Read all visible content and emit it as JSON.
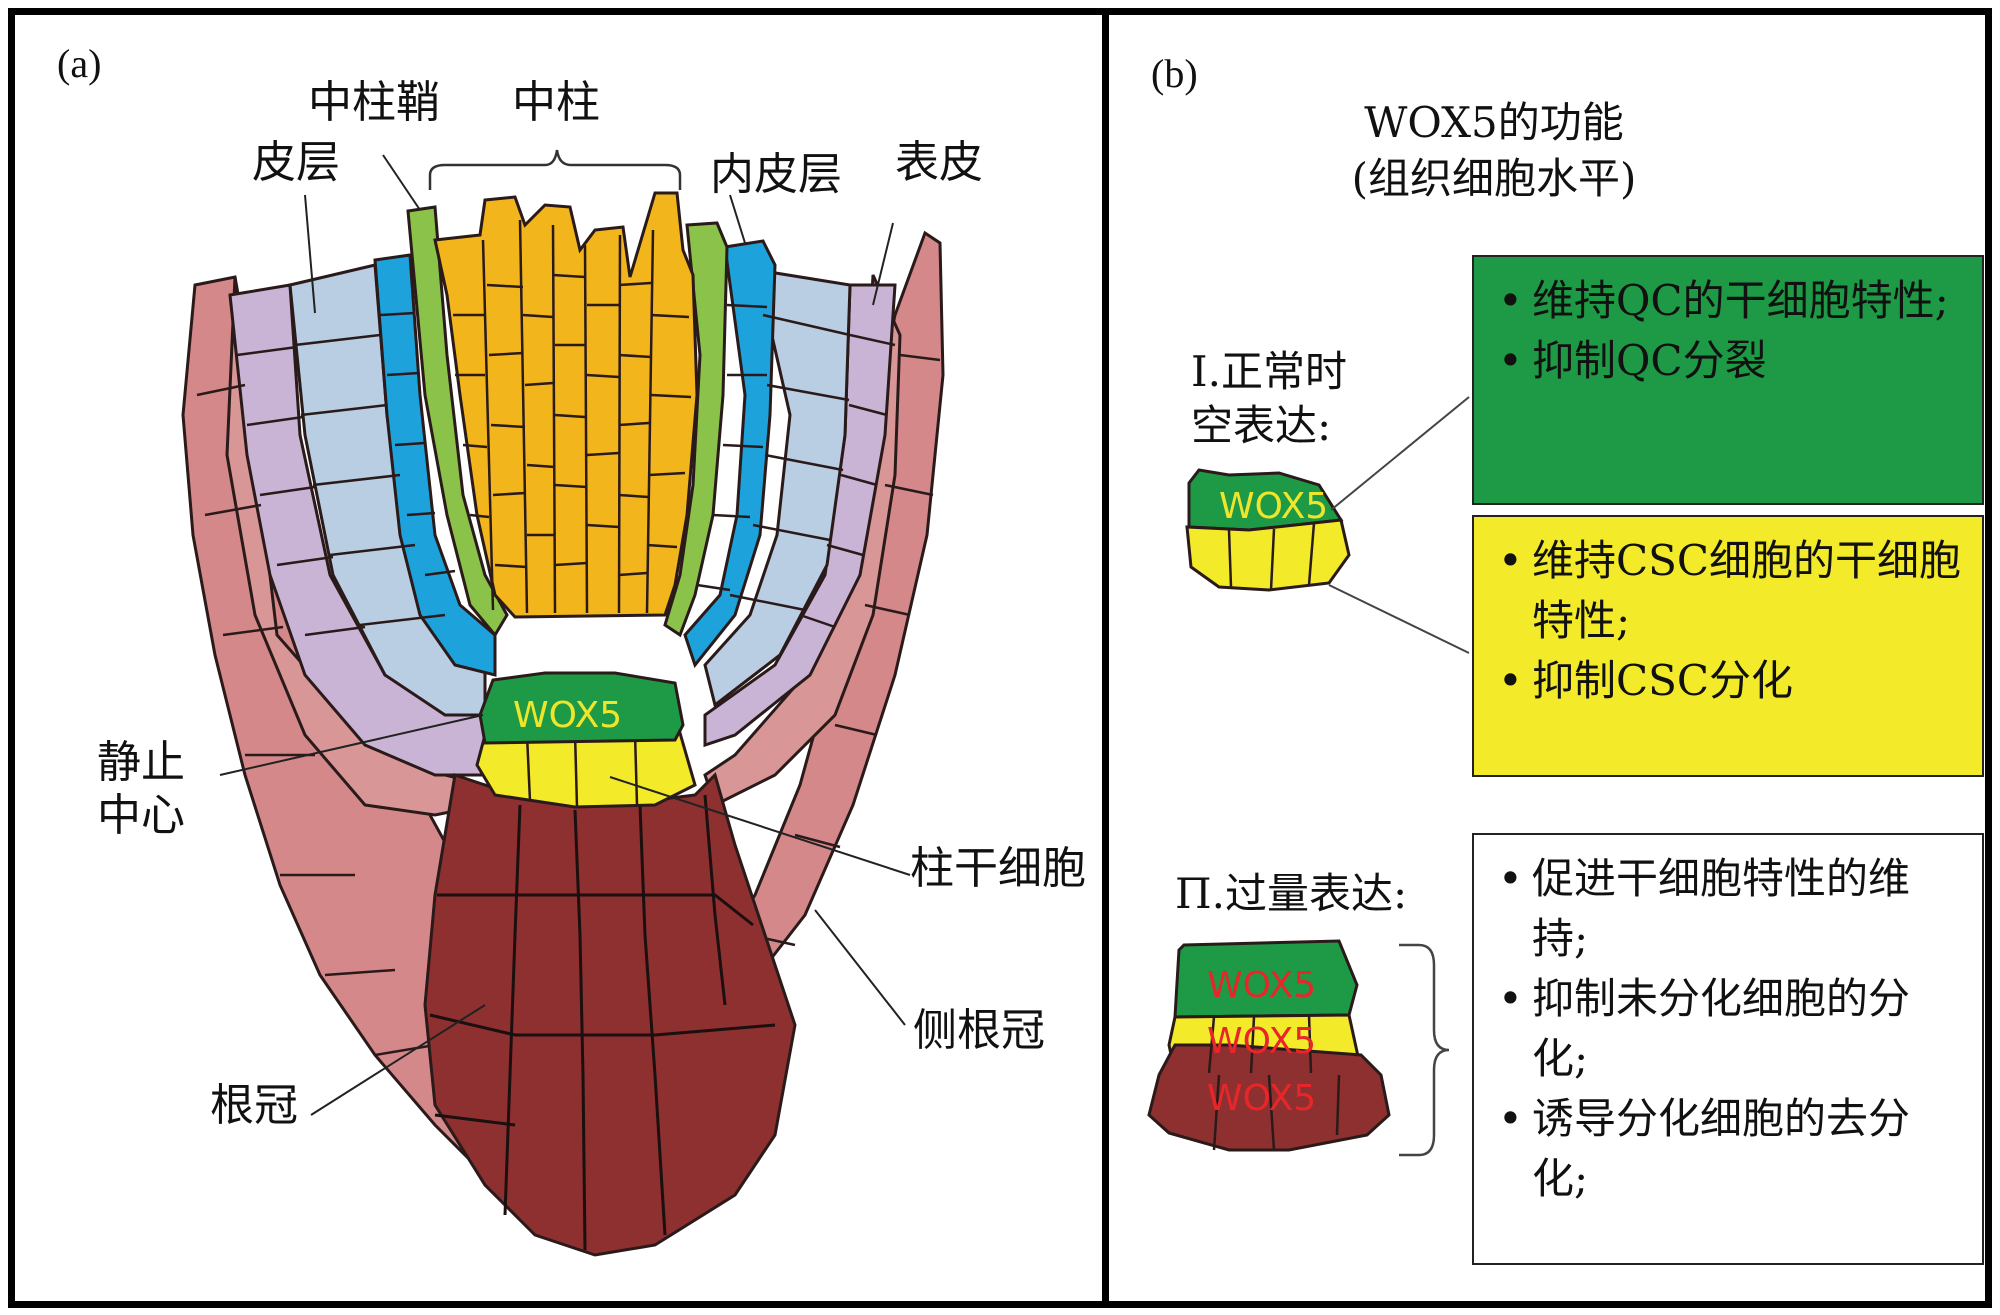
{
  "panel_a": {
    "label": "(a)",
    "labels": {
      "pericycle": "中柱鞘",
      "stele": "中柱",
      "cortex": "皮层",
      "endodermis": "内皮层",
      "epidermis": "表皮",
      "quiescent_center_line1": "静止",
      "quiescent_center_line2": "中心",
      "columella_stem_cells": "柱干细胞",
      "lateral_root_cap": "侧根冠",
      "root_cap": "根冠",
      "wox5": "WOX5"
    },
    "colors": {
      "stele": "#f2b51c",
      "pericycle": "#8bc34a",
      "endodermis": "#1ea2dc",
      "cortex": "#b9cde3",
      "epidermis": "#c9b4d6",
      "lateral_root_cap": "#d4888a",
      "root_cap": "#8e2f30",
      "qc": "#1e9a46",
      "csc": "#f3ea2a",
      "wox5_text": "#f0e52a"
    }
  },
  "panel_b": {
    "label": "(b)",
    "title_line1": "WOX5的功能",
    "title_line2": "(组织细胞水平)",
    "normal": {
      "label_line1": "I.正常时",
      "label_line2": "空表达:",
      "wox5": "WOX5",
      "green_box": [
        "维持QC的干细胞特性;",
        "抑制QC分裂"
      ],
      "yellow_box": [
        "维持CSC细胞的干细胞特性;",
        "抑制CSC分化"
      ]
    },
    "over": {
      "label": "Π.过量表达:",
      "wox5_labels": [
        "WOX5",
        "WOX5",
        "WOX5"
      ],
      "box": [
        "促进干细胞特性的维持;",
        "抑制未分化细胞的分化;",
        "诱导分化细胞的去分化;"
      ]
    },
    "colors": {
      "green_box": "#1e9a46",
      "yellow_box": "#f3ea2a",
      "wox5_red": "#e8262a"
    }
  }
}
